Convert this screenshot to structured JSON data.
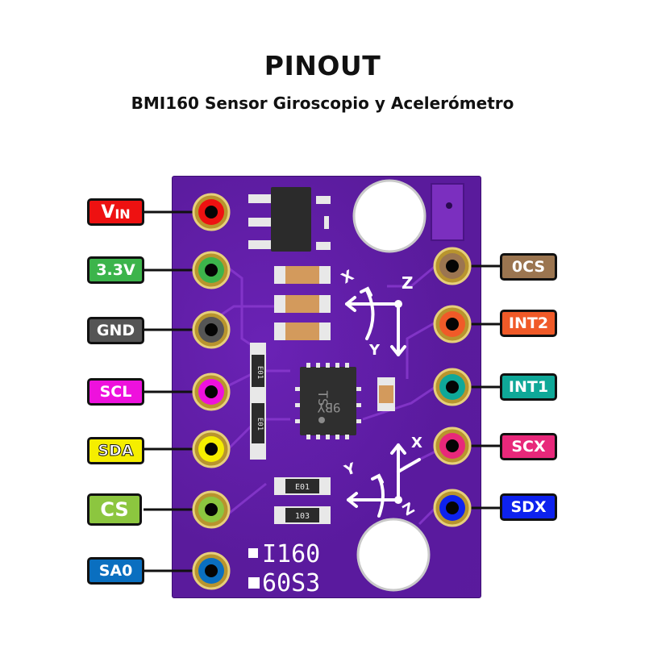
{
  "header": {
    "title": "PINOUT",
    "subtitle": "BMI160 Sensor Giroscopio y Acelerómetro"
  },
  "board": {
    "pcb_color": "#5a1b9c",
    "silkscreen": {
      "line1": "I160",
      "line2": "60S3",
      "chip_marking_line1": "9BY",
      "chip_marking_line2": "TS",
      "resistor_marking_1": "E01",
      "resistor_marking_2": "E01",
      "resistor_marking_3": "E01",
      "resistor_marking_4": "103",
      "axis_labels_upper": [
        "X",
        "Z",
        "Y"
      ],
      "axis_labels_lower": [
        "X",
        "Y",
        "Z"
      ]
    }
  },
  "pins_left": [
    {
      "label": "VIN",
      "label_main": "V",
      "label_sub": "IN",
      "color": "#ee1111"
    },
    {
      "label": "3.3V",
      "color": "#3cb44b"
    },
    {
      "label": "GND",
      "color": "#555555"
    },
    {
      "label": "SCL",
      "color": "#ee11dd"
    },
    {
      "label": "SDA",
      "color": "#f5ee00"
    },
    {
      "label": "CS",
      "color": "#8cc63f"
    },
    {
      "label": "SA0",
      "color": "#0a6fc0"
    }
  ],
  "pins_right": [
    {
      "label": "0CS",
      "color": "#9b7550"
    },
    {
      "label": "INT2",
      "color": "#f05a28"
    },
    {
      "label": "INT1",
      "color": "#0fa898"
    },
    {
      "label": "SCX",
      "color": "#e8287a"
    },
    {
      "label": "SDX",
      "color": "#0d22ee"
    }
  ]
}
